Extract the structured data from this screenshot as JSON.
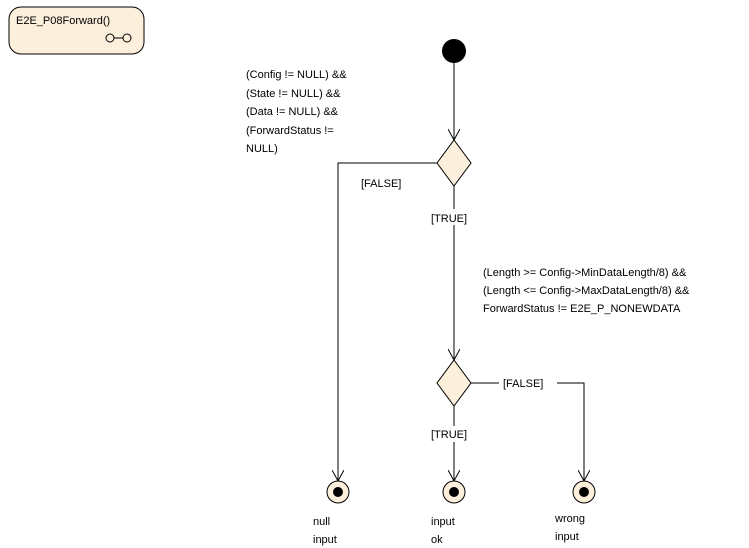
{
  "activity": {
    "title": "E2E_P08Forward()"
  },
  "decision1": {
    "guard_lines": [
      "(Config != NULL) &&",
      "(State != NULL)  &&",
      "(Data != NULL) &&",
      "(ForwardStatus !=",
      "NULL)"
    ],
    "false_label": "[FALSE]",
    "true_label": "[TRUE]"
  },
  "decision2": {
    "guard_lines": [
      "(Length >= Config->MinDataLength/8) &&",
      "(Length <= Config->MaxDataLength/8) &&",
      "ForwardStatus != E2E_P_NONEWDATA"
    ],
    "false_label": "[FALSE]",
    "true_label": "[TRUE]"
  },
  "final_nodes": [
    {
      "lines": [
        "null",
        "input"
      ]
    },
    {
      "lines": [
        "input",
        "ok"
      ]
    },
    {
      "lines": [
        "wrong",
        "input"
      ]
    }
  ],
  "colors": {
    "node_fill": "#fcefdc",
    "line": "#000000"
  }
}
